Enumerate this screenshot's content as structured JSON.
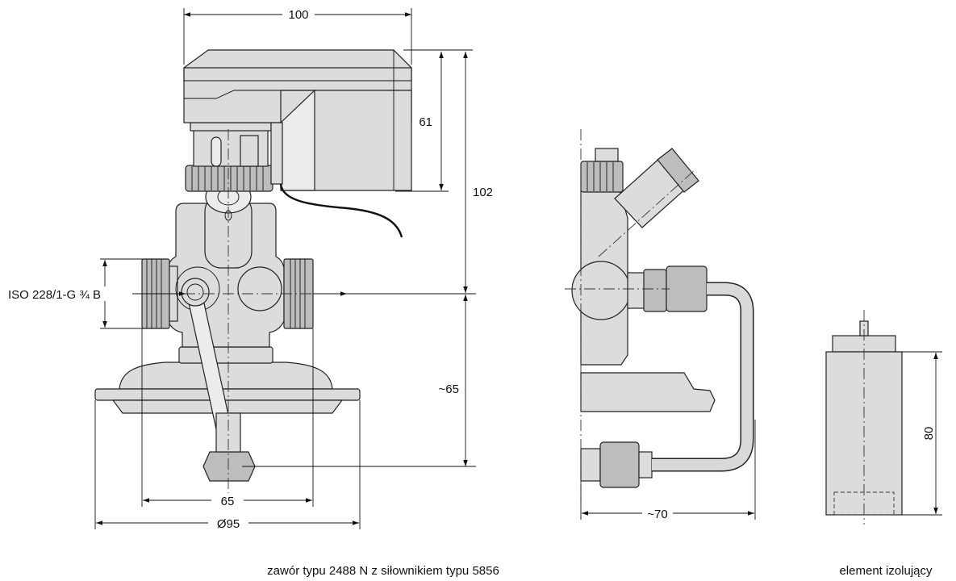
{
  "dimensions": {
    "width_top": "100",
    "height_actuator": "61",
    "height_upper": "102",
    "thread": "ISO 228/1-G ¾ B",
    "height_lower": "~65",
    "pipe_distance": "65",
    "diameter": "Ø95",
    "side_width": "~70",
    "element_height": "80"
  },
  "captions": {
    "valve": "zawór typu 2488 N z siłownikiem typu 5856",
    "element": "element izolujący"
  }
}
